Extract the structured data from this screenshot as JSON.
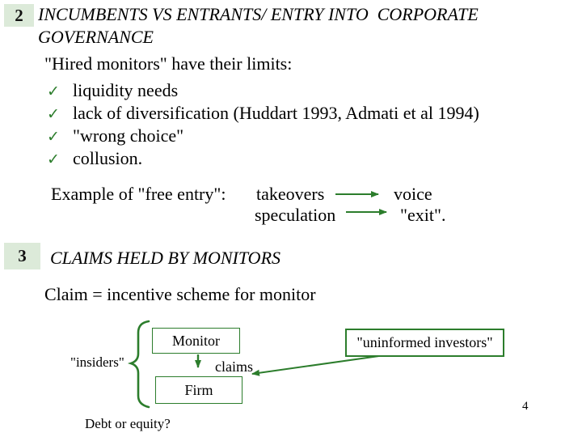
{
  "slide": {
    "page_number": "4",
    "colors": {
      "accent_green": "#2c7d2c",
      "badge_background": "#dcead9",
      "text": "#000000",
      "background": "#ffffff"
    }
  },
  "section2": {
    "badge": "2",
    "title": "INCUMBENTS VS ENTRANTS/ ENTRY INTO  CORPORATE\nGOVERNANCE",
    "intro": "\"Hired monitors\" have their limits:",
    "check_glyph": "✓",
    "bullets": [
      {
        "label": "liquidity needs"
      },
      {
        "label": "lack of diversification (Huddart 1993, Admati et al 1994)"
      },
      {
        "label": "\"wrong choice\""
      },
      {
        "label": "collusion."
      }
    ],
    "example": {
      "label": "Example of \"free entry\":",
      "rows": [
        {
          "from": "takeovers",
          "to": "voice"
        },
        {
          "from": "speculation",
          "to": "\"exit\"."
        }
      ]
    }
  },
  "section3": {
    "badge": "3",
    "title": "CLAIMS HELD BY MONITORS",
    "claim_definition": "Claim = incentive scheme for monitor",
    "diagram": {
      "insiders_label": "\"insiders\"",
      "monitor_label": "Monitor",
      "claims_label": "claims",
      "firm_label": "Firm",
      "uninformed_label": "\"uninformed investors\"",
      "question": "Debt or equity?"
    }
  }
}
